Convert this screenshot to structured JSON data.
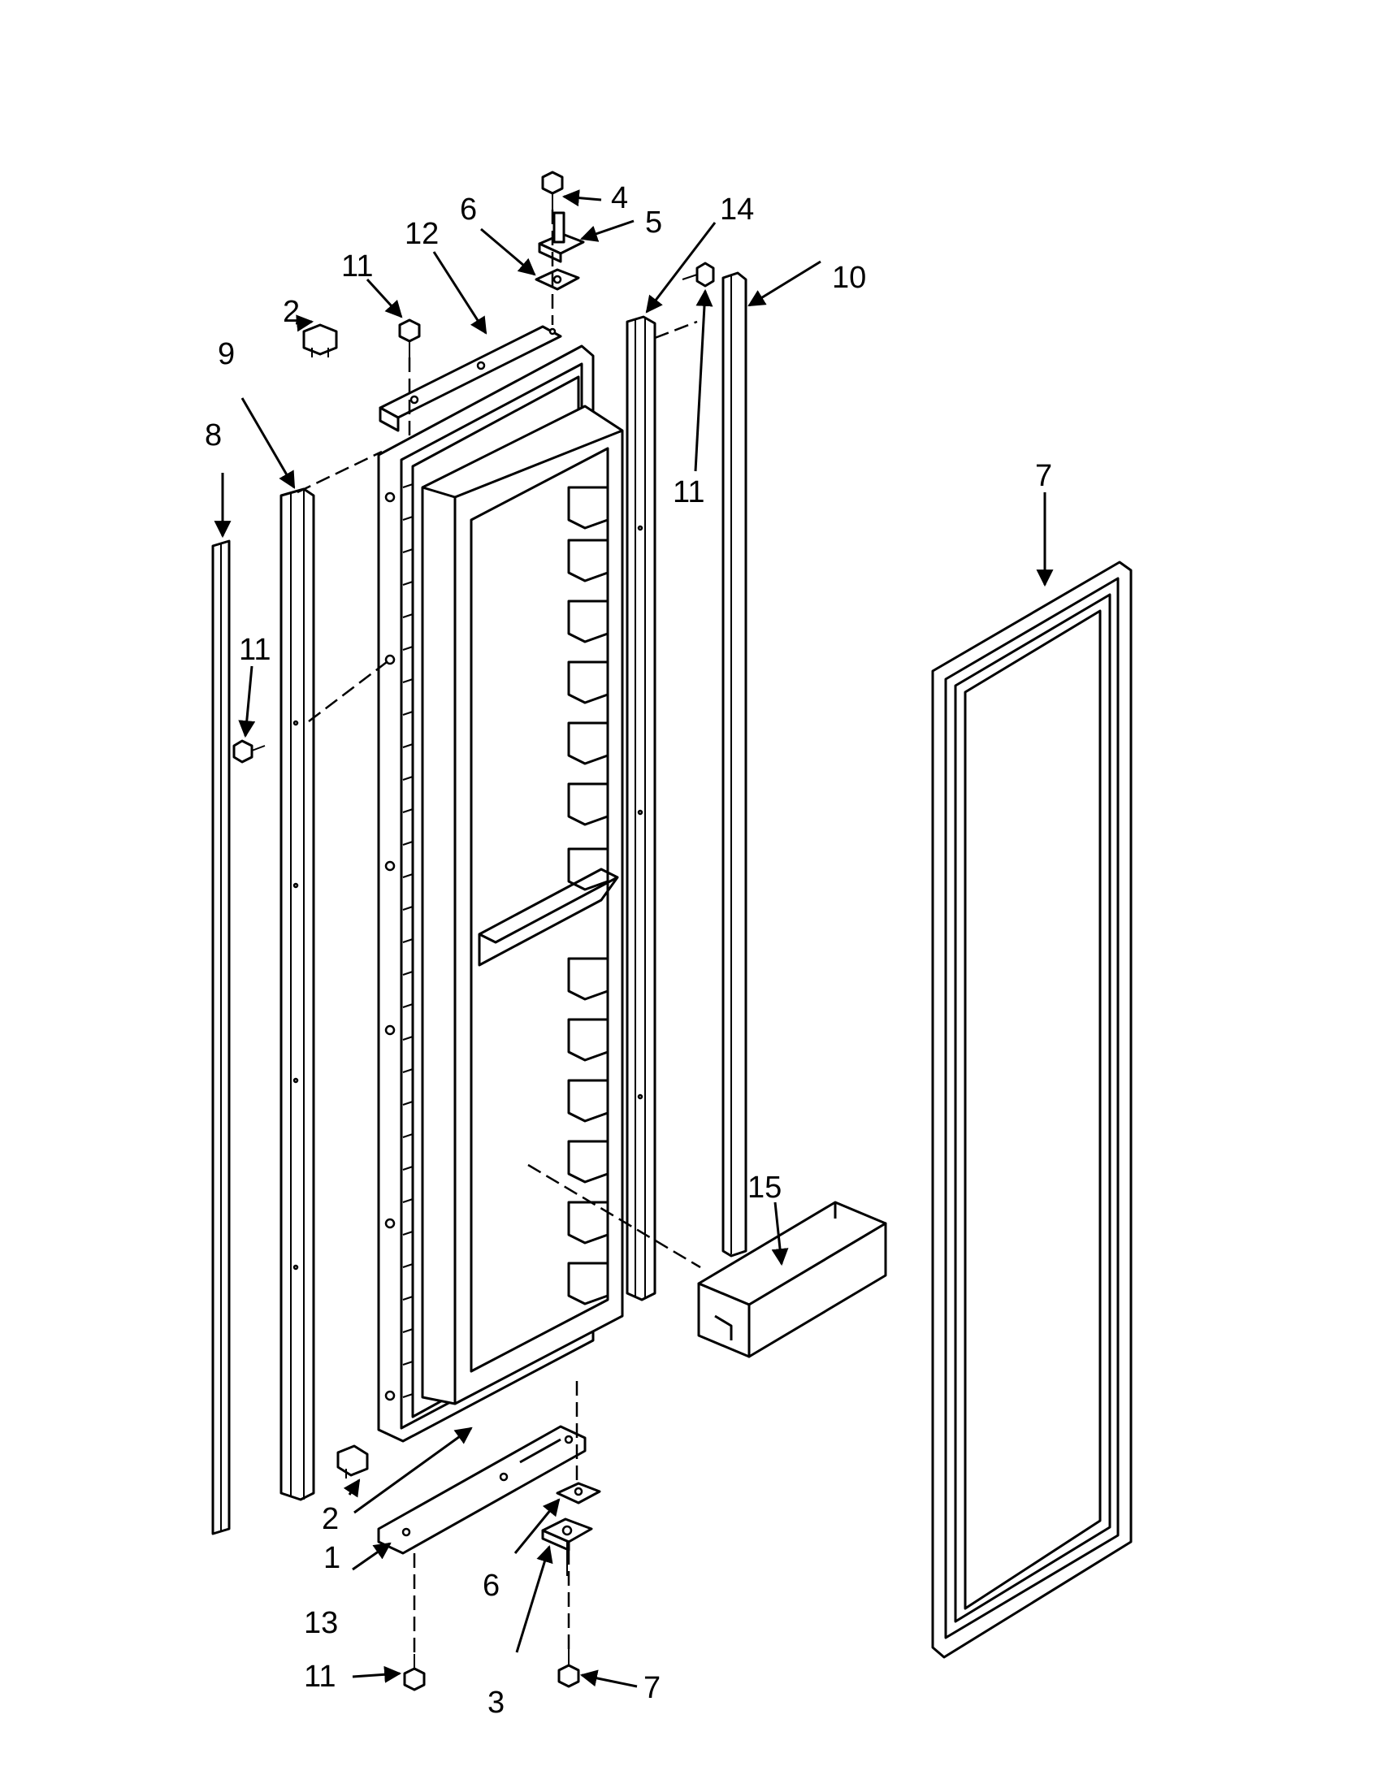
{
  "callouts": [
    {
      "id": "c1",
      "label": "1"
    },
    {
      "id": "c2a",
      "label": "2"
    },
    {
      "id": "c2b",
      "label": "2"
    },
    {
      "id": "c3",
      "label": "3"
    },
    {
      "id": "c4",
      "label": "4"
    },
    {
      "id": "c5",
      "label": "5"
    },
    {
      "id": "c6a",
      "label": "6"
    },
    {
      "id": "c6b",
      "label": "6"
    },
    {
      "id": "c7a",
      "label": "7"
    },
    {
      "id": "c7b",
      "label": "7"
    },
    {
      "id": "c8",
      "label": "8"
    },
    {
      "id": "c9",
      "label": "9"
    },
    {
      "id": "c10",
      "label": "10"
    },
    {
      "id": "c11a",
      "label": "11"
    },
    {
      "id": "c11b",
      "label": "11"
    },
    {
      "id": "c11c",
      "label": "11"
    },
    {
      "id": "c11d",
      "label": "11"
    },
    {
      "id": "c12",
      "label": "12"
    },
    {
      "id": "c13",
      "label": "13"
    },
    {
      "id": "c14",
      "label": "14"
    },
    {
      "id": "c15",
      "label": "15"
    }
  ]
}
